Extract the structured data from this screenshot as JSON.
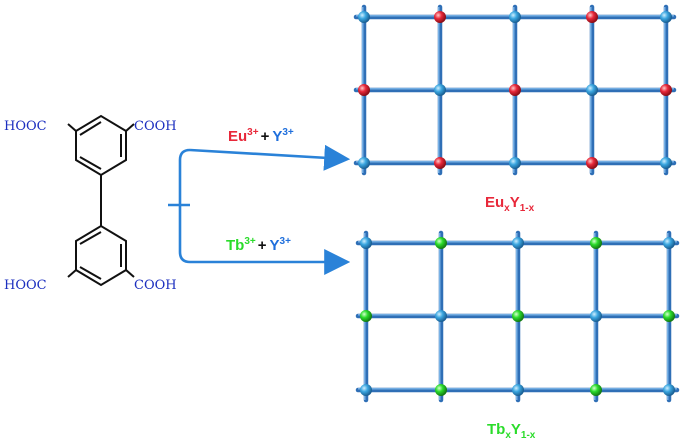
{
  "molecule": {
    "top_left": "HOOC",
    "top_right": "COOH",
    "bottom_left": "HOOC",
    "bottom_right": "COOH"
  },
  "reactions": [
    {
      "name": "eu",
      "ion_a": "Eu",
      "ion_a_charge": "3+",
      "plus": "+",
      "ion_b": "Y",
      "ion_b_charge": "3+",
      "product_el": "Eu",
      "product_sub_x": "x",
      "product_el2": "Y",
      "product_sub2": "1-x",
      "dopant_color": "#e8283a"
    },
    {
      "name": "tb",
      "ion_a": "Tb",
      "ion_a_charge": "3+",
      "plus": "+",
      "ion_b": "Y",
      "ion_b_charge": "3+",
      "product_el": "Tb",
      "product_sub_x": "x",
      "product_el2": "Y",
      "product_sub2": "1-x",
      "dopant_color": "#2bdc2b"
    }
  ],
  "colors": {
    "framework": "#2f6fb6",
    "ligand_text": "#1c2fbf",
    "host_node": "#3aa6e0",
    "eu_node": "#e8283a",
    "tb_node": "#2bdc2b",
    "ion_y": "#1f6fdc",
    "arrow": "#2a82d8"
  },
  "lattices": [
    {
      "name": "eu-lattice",
      "node_types": [
        [
          "host",
          "dopant",
          "host",
          "dopant",
          "host"
        ],
        [
          "dopant",
          "host",
          "dopant",
          "host",
          "dopant"
        ],
        [
          "host",
          "dopant",
          "host",
          "dopant",
          "host"
        ]
      ]
    },
    {
      "name": "tb-lattice",
      "node_types": [
        [
          "host",
          "dopant",
          "host",
          "dopant",
          "host"
        ],
        [
          "dopant",
          "host",
          "dopant",
          "host",
          "dopant"
        ],
        [
          "host",
          "dopant",
          "host",
          "dopant",
          "host"
        ]
      ]
    }
  ]
}
